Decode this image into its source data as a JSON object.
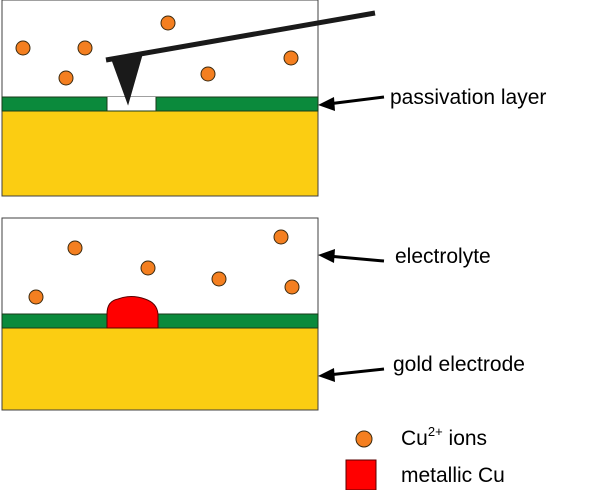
{
  "colors": {
    "electrolyte": "#ffffff",
    "passivation": "#0b8a3c",
    "gold": "#fbcd12",
    "ion": "#f47f20",
    "ion_stroke": "#3a2a10",
    "metallic_cu": "#ff0000",
    "tip": "#1a1a1a",
    "outline": "#404040"
  },
  "icons": {
    "ion": "circle",
    "metallic_cu": "square",
    "tip": "afm-cantilever-tip",
    "arrow": "left-arrow"
  },
  "labels": {
    "passivation": "passivation layer",
    "electrolyte": "electrolyte",
    "gold": "gold electrode",
    "legend_ion_base": "Cu",
    "legend_ion_sup": "2+",
    "legend_ion_rest": " ions",
    "legend_cu": "metallic Cu"
  }
}
